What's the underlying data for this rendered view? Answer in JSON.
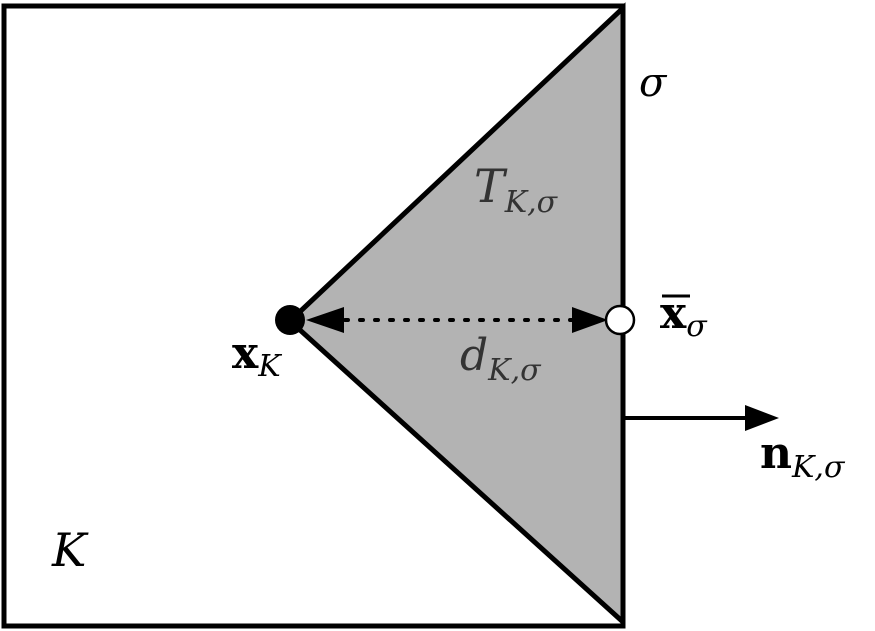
{
  "labels": {
    "edge": "σ",
    "triangle_main": "T",
    "triangle_sub": "K,σ",
    "center_main": "x",
    "center_sub": "K",
    "edge_point_main": "x",
    "edge_point_sub": "σ",
    "distance_main": "d",
    "distance_sub": "K,σ",
    "normal_main": "n",
    "normal_sub": "K,σ",
    "cell": "K"
  },
  "colors": {
    "stroke": "#000000",
    "triangle_fill": "#b3b3b3",
    "background": "#ffffff",
    "edge_point_fill": "#ffffff"
  }
}
